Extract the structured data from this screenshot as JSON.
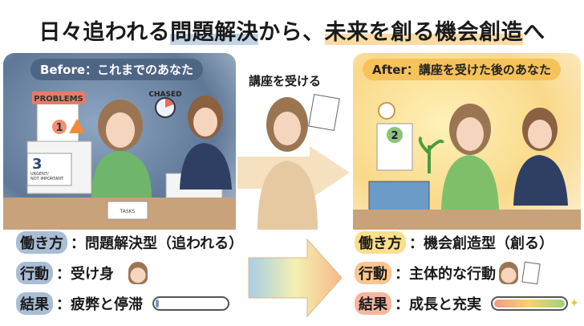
{
  "title": {
    "part1": "日々追われる",
    "part2": "問題解決",
    "part3": "から、",
    "part4": "未来を創る",
    "part5": "機会創造",
    "part6": "へ"
  },
  "before": {
    "label": "Before：これまでのあなた",
    "illustration_texts": {
      "problems": "PROBLEMS",
      "chased": "CHASED",
      "number1": "1",
      "number3": "3",
      "urgent": "URGENT/",
      "not_important": "NOT IMPORTANT",
      "tasks": "TASKS"
    },
    "rows": [
      {
        "key": "働き方",
        "value": "：問題解決型（追われる）"
      },
      {
        "key": "行動",
        "value": "：受け身"
      },
      {
        "key": "結果",
        "value": "：疲弊と停滞"
      }
    ],
    "result_level": 0.05
  },
  "middle": {
    "label": "講座を受ける"
  },
  "after": {
    "label": "After：講座を受けた後のあなた",
    "illustration_texts": {
      "number2": "2"
    },
    "rows": [
      {
        "key": "働き方",
        "value": "：機会創造型（創る）"
      },
      {
        "key": "行動",
        "value": "：主体的な行動"
      },
      {
        "key": "結果",
        "value": "：成長と充実"
      }
    ],
    "result_level": 1.0
  },
  "colors": {
    "before_accent": "#4e6584",
    "after_accent": "#f6c25a"
  }
}
